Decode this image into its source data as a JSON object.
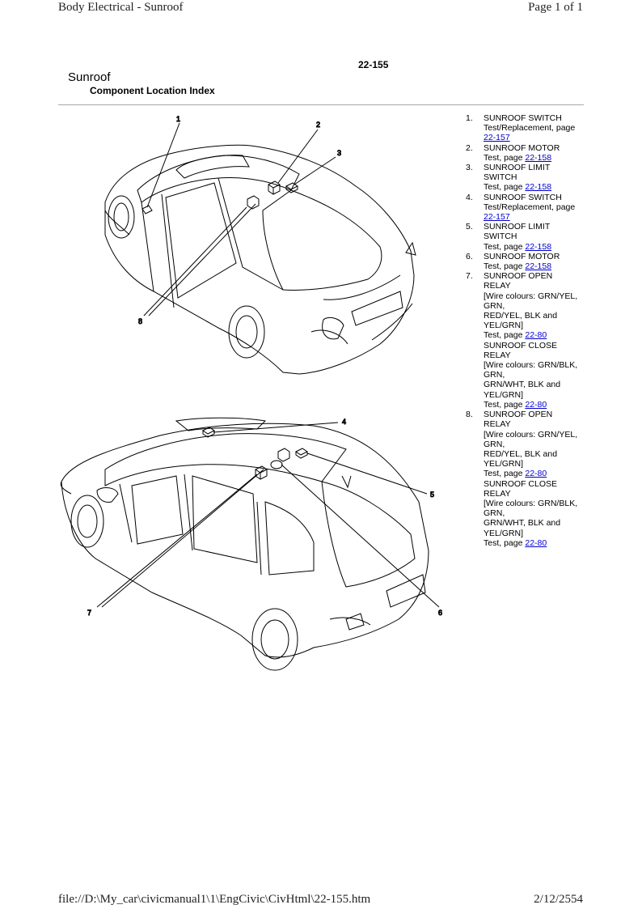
{
  "print_header": {
    "title": "Body Electrical - Sunroof",
    "page_info": "Page 1 of 1"
  },
  "page_number": "22-155",
  "section_title": "Sunroof",
  "section_subtitle": "Component Location Index",
  "callouts": {
    "top": [
      "1",
      "2",
      "3",
      "8"
    ],
    "bottom": [
      "4",
      "5",
      "6",
      "7"
    ]
  },
  "legend": [
    {
      "num": "1.",
      "lines": [
        "SUNROOF SWITCH",
        "Test/Replacement, page"
      ],
      "link_prefix": "",
      "link": "22-157"
    },
    {
      "num": "2.",
      "lines": [
        "SUNROOF MOTOR"
      ],
      "link_prefix": "Test, page ",
      "link": "22-158"
    },
    {
      "num": "3.",
      "lines": [
        "SUNROOF LIMIT",
        "SWITCH"
      ],
      "link_prefix": "Test, page ",
      "link": "22-158"
    },
    {
      "num": "4.",
      "lines": [
        "SUNROOF SWITCH",
        "Test/Replacement, page"
      ],
      "link_prefix": "",
      "link": "22-157"
    },
    {
      "num": "5.",
      "lines": [
        "SUNROOF LIMIT",
        "SWITCH"
      ],
      "link_prefix": "Test, page ",
      "link": "22-158"
    },
    {
      "num": "6.",
      "lines": [
        "SUNROOF MOTOR"
      ],
      "link_prefix": "Test, page ",
      "link": "22-158"
    },
    {
      "num": "7.",
      "lines": [
        "SUNROOF OPEN",
        "RELAY",
        "[Wire colours: GRN/YEL,",
        "GRN,",
        "RED/YEL, BLK and",
        "YEL/GRN]"
      ],
      "link_prefix": "Test, page ",
      "link": "22-80",
      "extra_lines": [
        "SUNROOF CLOSE",
        "RELAY",
        "[Wire colours: GRN/BLK,",
        "GRN,",
        "GRN/WHT, BLK and",
        "YEL/GRN]"
      ],
      "extra_link_prefix": "Test, page ",
      "extra_link": "22-80"
    },
    {
      "num": "8.",
      "lines": [
        "SUNROOF OPEN",
        "RELAY",
        "[Wire colours: GRN/YEL,",
        "GRN,",
        "RED/YEL, BLK and",
        "YEL/GRN]"
      ],
      "link_prefix": "Test, page ",
      "link": "22-80",
      "extra_lines": [
        "SUNROOF CLOSE",
        "RELAY",
        "[Wire colours: GRN/BLK,",
        "GRN,",
        "GRN/WHT, BLK and",
        "YEL/GRN]"
      ],
      "extra_link_prefix": "Test, page ",
      "extra_link": "22-80"
    }
  ],
  "print_footer": {
    "path": "file://D:\\My_car\\civicmanual1\\1\\EngCivic\\CivHtml\\22-155.htm",
    "date": "2/12/2554"
  },
  "colors": {
    "link": "#0000cc",
    "rule": "#a8a8a8"
  }
}
